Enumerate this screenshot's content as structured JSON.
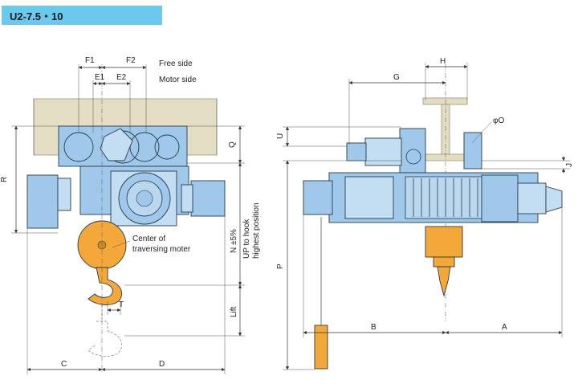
{
  "model_label": "U2-7.5・10",
  "colors": {
    "header_bg": "#6cc9ee",
    "body_blue": "#9fc8ea",
    "hook_orange": "#f4a83a",
    "rail": "#e2ddc3"
  },
  "left_view": {
    "dims": {
      "F1": "F1",
      "F2": "F2",
      "E1": "E1",
      "E2": "E2",
      "R": "R",
      "Q": "Q",
      "N": "N ±5%",
      "Lift": "Lift",
      "T": "T",
      "C": "C",
      "D": "D"
    },
    "notes": {
      "free_side": "Free side",
      "motor_side": "Motor side",
      "center_line1": "Center of",
      "center_line2": "traversing moter",
      "up_line1": "UP to hook",
      "up_line2": "highest position"
    }
  },
  "right_view": {
    "dims": {
      "H": "H",
      "G": "G",
      "U": "U",
      "phiO": "φO",
      "J": "J",
      "P": "P",
      "B": "B",
      "A": "A"
    }
  }
}
